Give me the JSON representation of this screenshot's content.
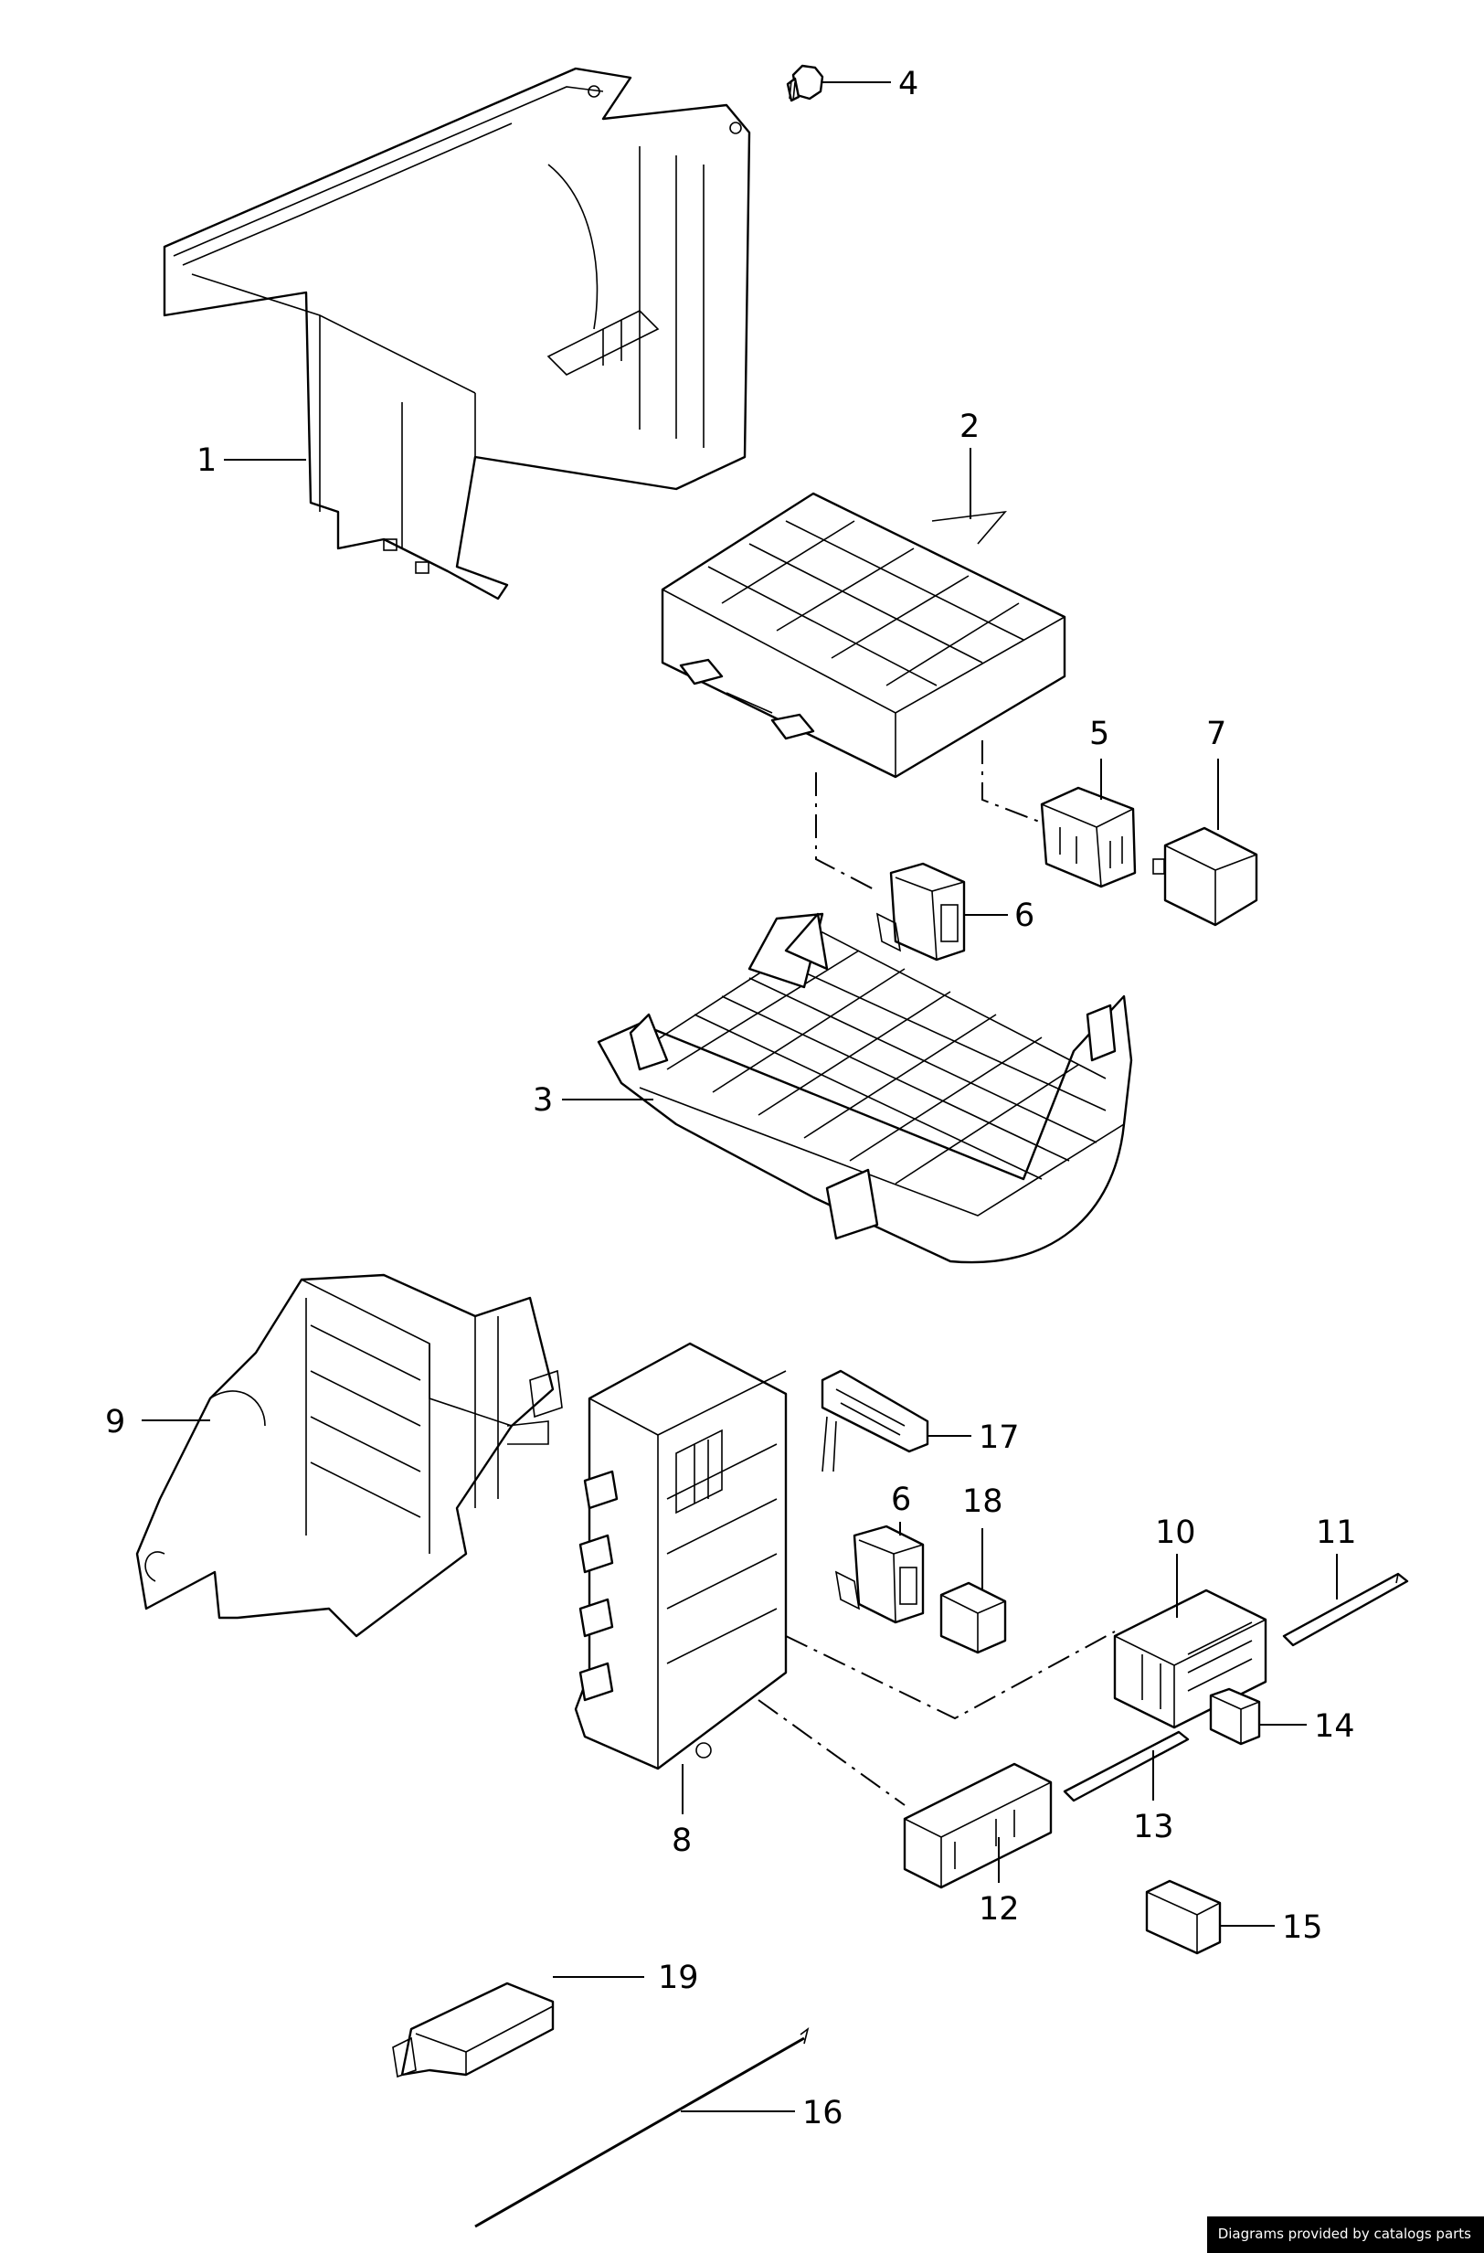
{
  "callouts": {
    "c1": "1",
    "c2": "2",
    "c3": "3",
    "c4": "4",
    "c5": "5",
    "c6a": "6",
    "c6b": "6",
    "c7": "7",
    "c8": "8",
    "c9": "9",
    "c10": "10",
    "c11": "11",
    "c12": "12",
    "c13": "13",
    "c14": "14",
    "c15": "15",
    "c16": "16",
    "c17": "17",
    "c18": "18",
    "c19": "19"
  },
  "credit": "Diagrams provided by catalogs parts",
  "colors": {
    "line": "#000000",
    "background": "#ffffff",
    "credit_bg": "#000000",
    "credit_text": "#ffffff"
  }
}
